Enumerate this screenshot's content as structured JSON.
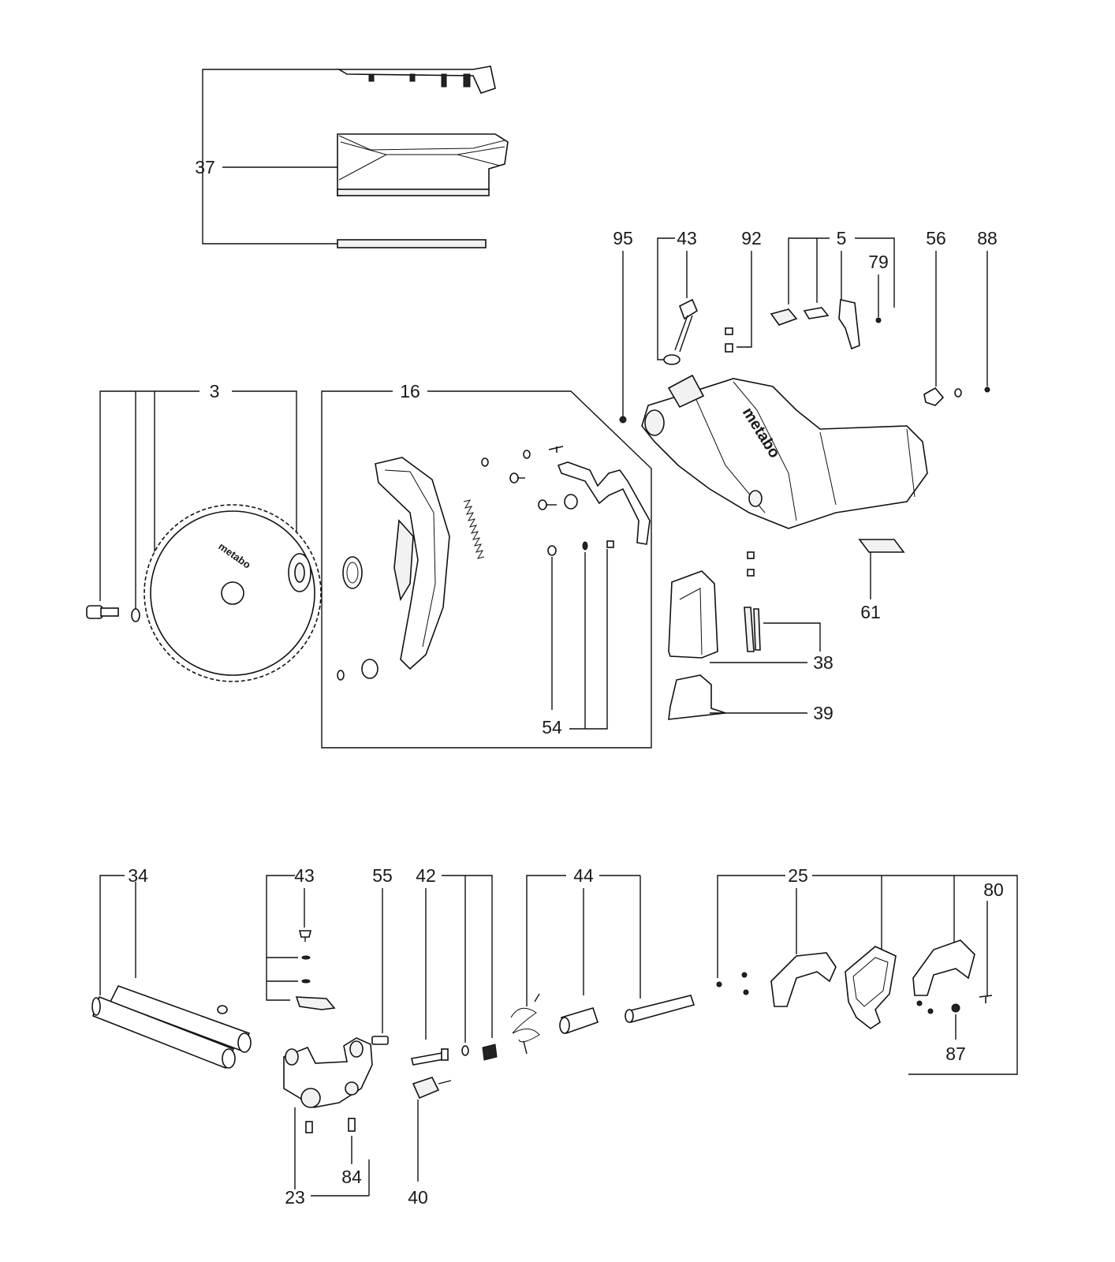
{
  "labels": {
    "p37": "37",
    "p95": "95",
    "p43a": "43",
    "p92": "92",
    "p5": "5",
    "p79": "79",
    "p56": "56",
    "p88": "88",
    "p3": "3",
    "p16": "16",
    "p61": "61",
    "p38": "38",
    "p39": "39",
    "p54": "54",
    "p34": "34",
    "p43b": "43",
    "p55": "55",
    "p42": "42",
    "p44": "44",
    "p25": "25",
    "p80": "80",
    "p87": "87",
    "p84": "84",
    "p23": "23",
    "p40": "40"
  },
  "brand": {
    "housing_logo": "metabo",
    "blade_logo": "metabo"
  }
}
